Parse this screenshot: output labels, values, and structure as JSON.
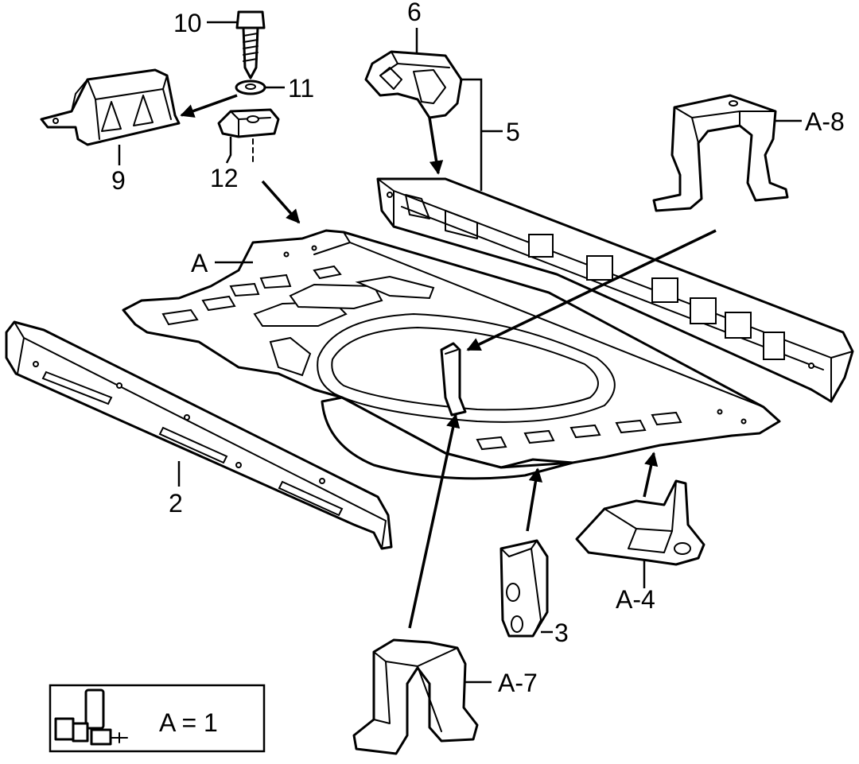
{
  "callouts": {
    "c10": "10",
    "c11": "11",
    "c6": "6",
    "c5": "5",
    "cA8": "A-8",
    "c9": "9",
    "c12": "12",
    "cA": "A",
    "c2": "2",
    "c3": "3",
    "cA4": "A-4",
    "cA7": "A-7"
  },
  "legend": {
    "text": "A = 1"
  },
  "colors": {
    "ink": "#000000",
    "paper": "#ffffff"
  }
}
